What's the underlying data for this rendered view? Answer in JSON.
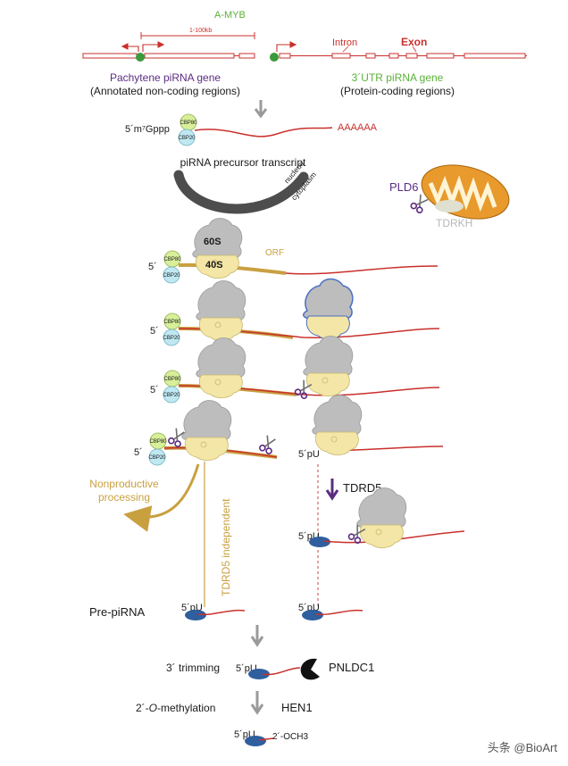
{
  "gene_section": {
    "amyb_label": "A-MYB",
    "distance_label": "1-100kb",
    "intron_label": "Intron",
    "exon_label": "Exon",
    "pachytene_title": "Pachytene piRNA gene",
    "pachytene_subtitle": "(Annotated non-coding regions)",
    "utr_title": "3´UTR piRNA gene",
    "utr_subtitle": "(Protein-coding regions)"
  },
  "transcript": {
    "cap_label": "5´m⁷Gppp",
    "polya_label": "AAAAAA",
    "precursor_label": "piRNA precursor transcript",
    "nucleus_label": "nucleus",
    "cytoplasm_label": "cytoplasm"
  },
  "complex_labels": {
    "cbp80": "CBP80",
    "cbp20": "CBP20",
    "large_subunit": "60S",
    "small_subunit": "40S",
    "orf": "ORF",
    "five_prime": "5´",
    "five_pu": "5´pU"
  },
  "mitochondria": {
    "pld6": "PLD6",
    "tdrkh": "TDRKH"
  },
  "processing": {
    "tdrd5": "TDRD5",
    "tdrd5_independent": "TDRD5 independent",
    "nonproductive_line1": "Nonproductive",
    "nonproductive_line2": "processing",
    "pre_pirna": "Pre-piRNA",
    "trimming": "3´ trimming",
    "pnldc1": "PNLDC1",
    "methylation_prefix": "2´-",
    "methylation_o": "O",
    "methylation_suffix": "-methylation",
    "hen1": "HEN1",
    "och3": "2´-OCH3"
  },
  "watermark": "头条 @BioArt",
  "colors": {
    "rna": "#c9302c",
    "orf": "#c9a040",
    "purple": "#5b2d82",
    "green": "#5bb138",
    "cbp80": "#d8ef9a",
    "cbp20": "#bfe8f2",
    "ribosome_gray": "#bdbdbd",
    "ribosome_cream": "#f3e6a6",
    "pirna_blue": "#2f5f9e",
    "arrow_gray": "#9a9a9a",
    "mito_orange": "#e89a2c"
  }
}
